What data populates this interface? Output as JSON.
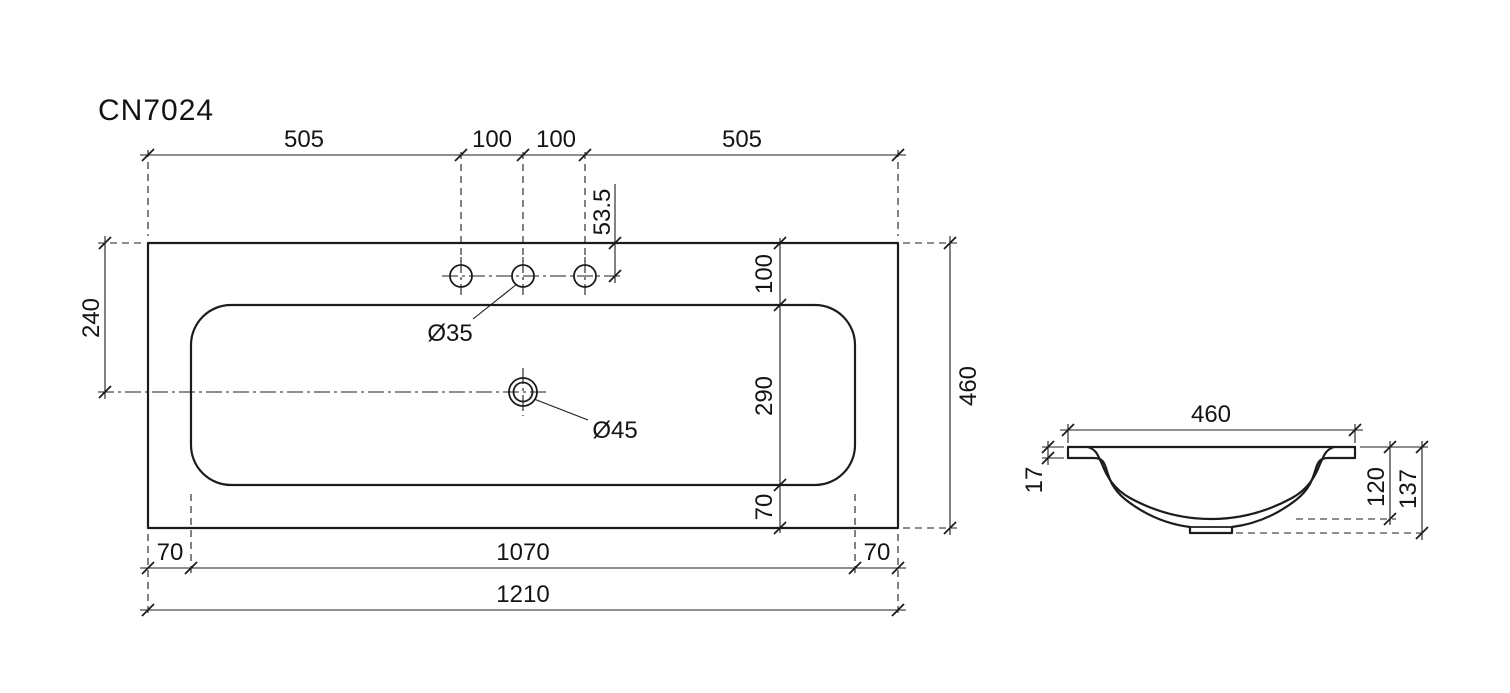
{
  "title": "CN7024",
  "colors": {
    "line": "#1c1c1c",
    "background": "#ffffff"
  },
  "plan": {
    "top_dims": [
      "505",
      "100",
      "100",
      "505"
    ],
    "hole_offset_dim": "53.5",
    "left_dim": "240",
    "right_dim": "460",
    "inner_dims": [
      "100",
      "290",
      "70"
    ],
    "bottom_dims": [
      "70",
      "1070",
      "70"
    ],
    "overall_width_dim": "1210",
    "faucet_hole_label": "Ø35",
    "drain_label": "Ø45"
  },
  "section": {
    "width_dim": "460",
    "rim_dim": "17",
    "inner_depth_dim": "120",
    "overall_depth_dim": "137"
  }
}
